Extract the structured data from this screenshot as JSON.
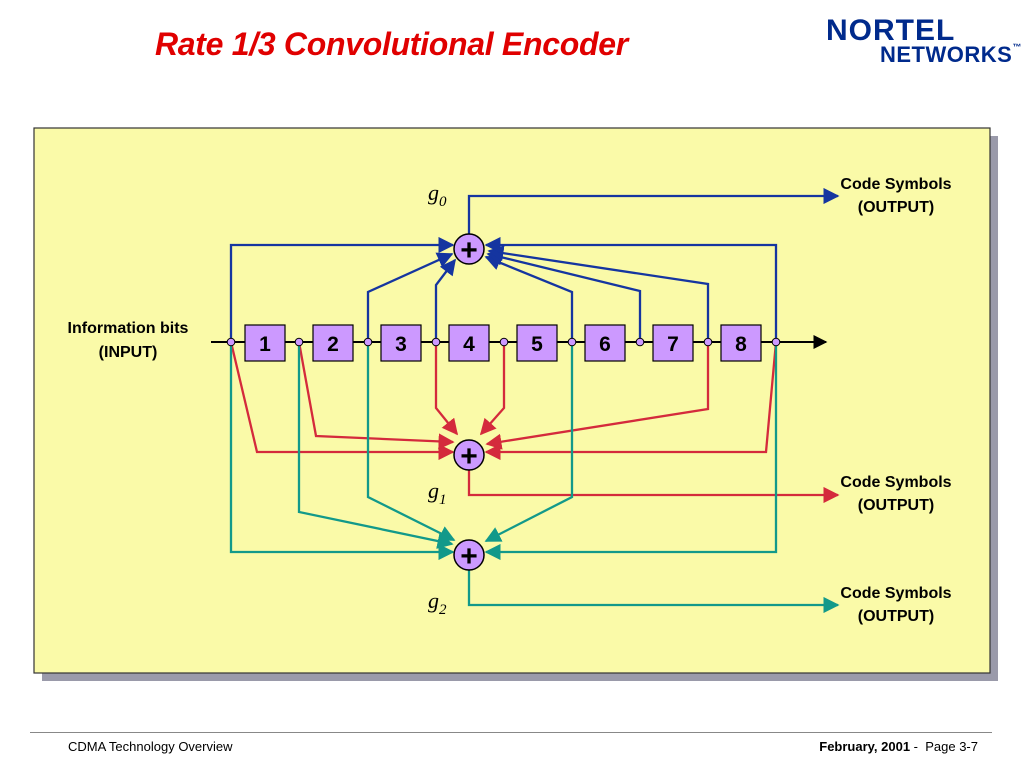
{
  "slide": {
    "title": "Rate 1/3 Convolutional Encoder"
  },
  "logo": {
    "line1_a": "N",
    "line1_o": "O",
    "line1_b": "RTEL",
    "line2": "NETWORKS",
    "tm": "™"
  },
  "diagram": {
    "input_label_line1": "Information bits",
    "input_label_line2": "(INPUT)",
    "registers": [
      "1",
      "2",
      "3",
      "4",
      "5",
      "6",
      "7",
      "8"
    ],
    "adder_symbol": "+",
    "generators": [
      {
        "base": "g",
        "sub": "0"
      },
      {
        "base": "g",
        "sub": "1"
      },
      {
        "base": "g",
        "sub": "2"
      }
    ],
    "outputs": [
      {
        "line1": "Code Symbols",
        "line2": "(OUTPUT)"
      },
      {
        "line1": "Code Symbols",
        "line2": "(OUTPUT)"
      },
      {
        "line1": "Code Symbols",
        "line2": "(OUTPUT)"
      }
    ],
    "colors": {
      "g0_lines": "#1535a0",
      "g1_lines": "#d42a3c",
      "g2_lines": "#12998a",
      "panel_fill": "#fafaa8",
      "panel_shadow": "#9a9aaa",
      "register_fill": "#cc99ff",
      "adder_fill": "#cc99ff"
    }
  },
  "footer": {
    "left": "CDMA Technology Overview",
    "date": "February, 2001",
    "sep": " -  ",
    "page": "Page 3-7"
  }
}
